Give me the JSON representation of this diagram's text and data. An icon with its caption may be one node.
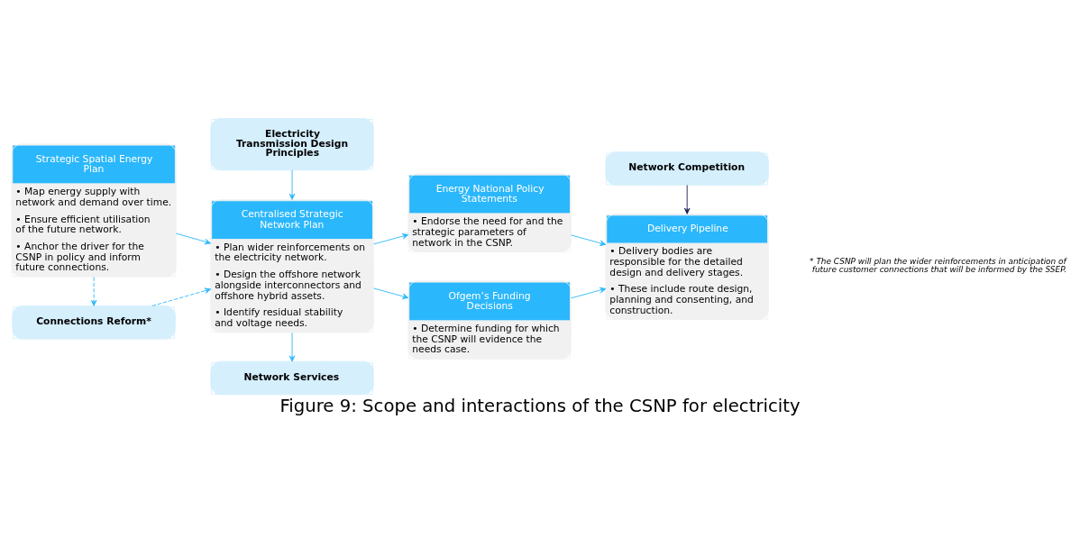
{
  "diagram": {
    "caption": "Figure 9: Scope and interactions of the CSNP for electricity",
    "nodes": [
      {
        "text": [
          "Connections Reform*"
        ]
      },
      {
        "text": [
          "Electricity Transmission Design Principles"
        ]
      },
      {
        "text": [
          "Network Competition"
        ]
      },
      {
        "text": [
          "Strategic Spatial Energy Plan",
          "• Map energy supply with network and demand over time.",
          "• Ensure efficient utilisation of the future network.",
          "• Anchor the driver for the CSNP in policy and inform future connections."
        ]
      },
      {
        "text": [
          "Centralised Strategic Network Plan",
          "• Plan wider reinforcements on the electricity network.",
          "• Design the offshore network alongside interconnectors and offshore hybrid assets.",
          "• Identify residual stability and voltage needs."
        ]
      },
      {
        "text": [
          "Energy National Policy Statements",
          "• Endorse the need for and the strategic parameters of network in the CSNP."
        ]
      },
      {
        "text": [
          "Delivery Pipeline",
          "• Delivery bodies are responsible for the detailed design and delivery stages.",
          "• These include route design, planning and consenting, and construction."
        ]
      },
      {
        "text": [
          "Ofgem’s Funding Decisions",
          "• Determine funding for which the CSNP will evidence the needs case."
        ]
      },
      {
        "text": [
          "Network Services"
        ]
      }
    ],
    "edges": [
      {
        "from": 3,
        "to": 0,
        "arrow": "to",
        "style": "dashed"
      },
      {
        "from": 0,
        "to": 4,
        "arrow": "to",
        "style": "dashed"
      },
      {
        "from": 1,
        "to": 4,
        "arrow": "to"
      },
      {
        "from": 2,
        "to": 6,
        "arrow": "to",
        "color": "#1b1d4f"
      },
      {
        "from": 3,
        "to": 4,
        "arrow": "to"
      },
      {
        "from": 4,
        "to": 5,
        "arrow": "to"
      },
      {
        "from": 4,
        "to": 7,
        "arrow": "to"
      },
      {
        "from": 5,
        "to": 6,
        "arrow": "to"
      },
      {
        "from": 7,
        "to": 6,
        "arrow": "to"
      },
      {
        "from": 4,
        "to": 8,
        "arrow": "to"
      }
    ],
    "labels": [
      "* The CSNP will plan the wider reinforcements in anticipation of future customer connections that will be informed by the SSEP."
    ]
  }
}
